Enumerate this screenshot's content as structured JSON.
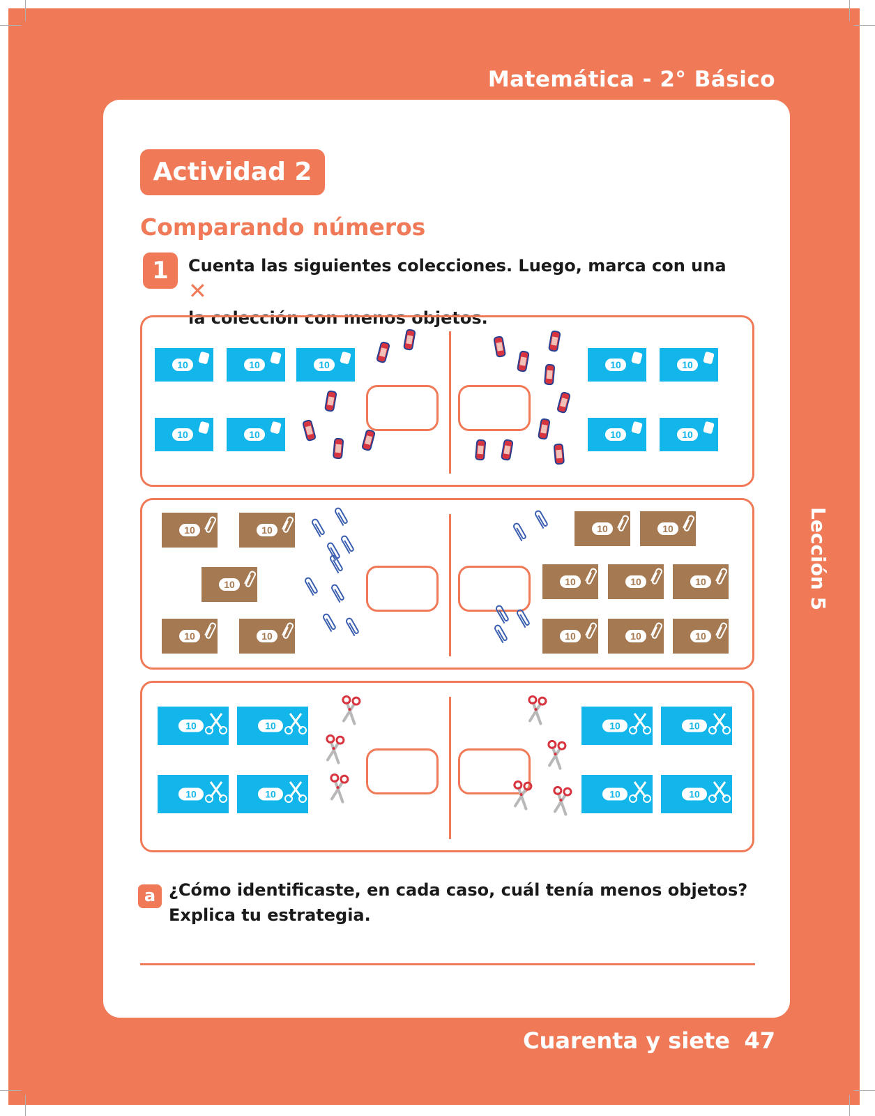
{
  "header": {
    "title": "Matemática - 2° Básico"
  },
  "activity": {
    "badge": "Actividad 2",
    "subtitle": "Comparando números"
  },
  "exercise": {
    "number": "1",
    "instruction_1": "Cuenta las siguientes colecciones. Luego, marca con una",
    "mark_symbol": "✕",
    "instruction_2": "la colección con menos objetos.",
    "pack_label": "10"
  },
  "question": {
    "letter": "a",
    "line_1": "¿Cómo identificaste, en cada caso, cuál tenía menos objetos?",
    "line_2": "Explica tu estrategia."
  },
  "side": {
    "label": "Lección 5"
  },
  "footer": {
    "text": "Cuarenta y siete",
    "page": "47"
  },
  "colors": {
    "accent": "#f07a58",
    "blue_pack": "#12b6ea",
    "brown_pack": "#a57a52"
  },
  "icons": {
    "row1": "eraser-icon",
    "row2": "paperclip-icon",
    "row3": "scissors-icon"
  }
}
